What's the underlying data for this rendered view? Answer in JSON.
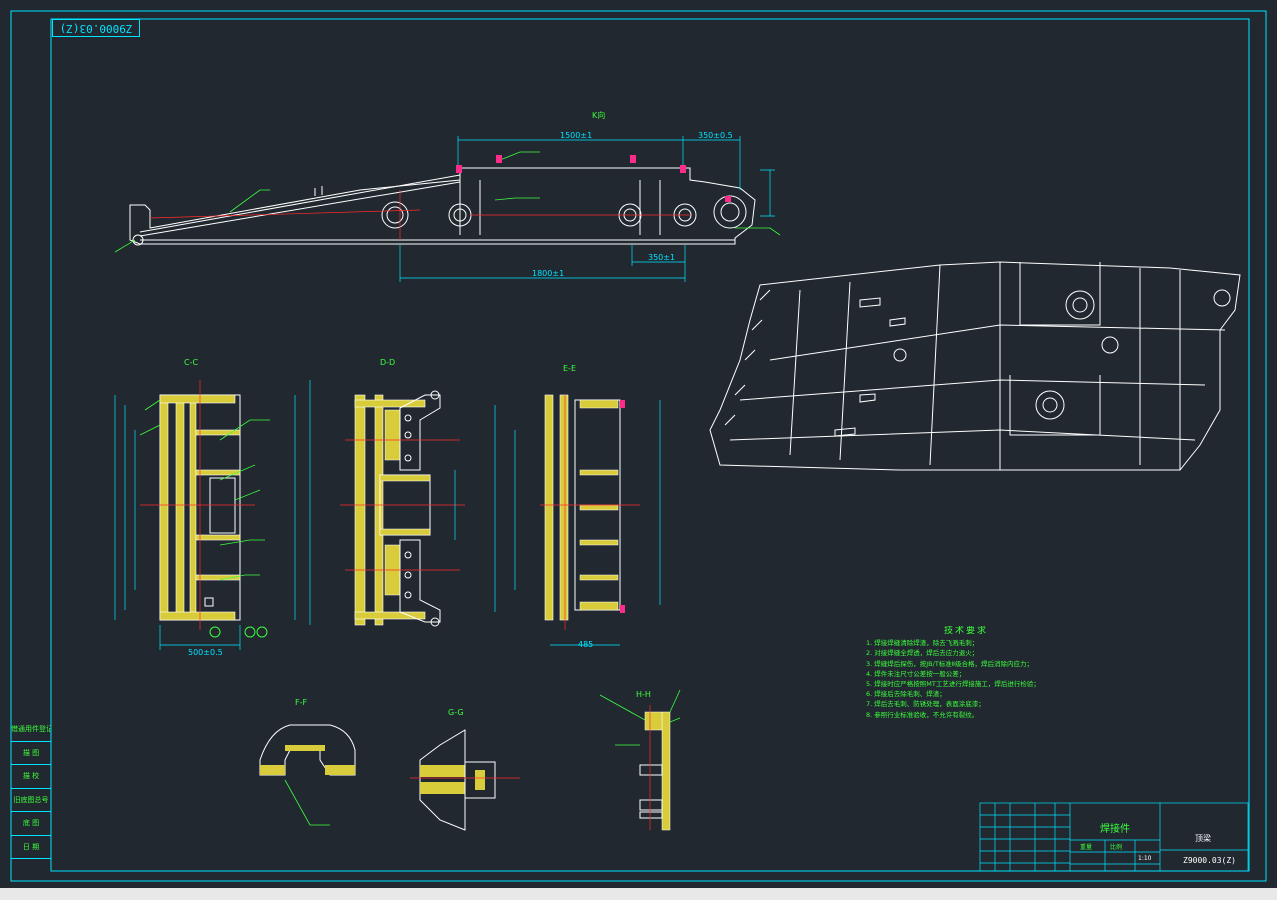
{
  "drawing": {
    "stamp_text": "Z9000.03(Z)",
    "view_labels": {
      "k_view": "K向",
      "c_section": "C-C",
      "d_section": "D-D",
      "e_section": "E-E",
      "f_section": "F-F",
      "g_section": "G-G",
      "h_section": "H-H"
    },
    "dimensions": {
      "top_span": "1500±1",
      "top_right": "350±0.5",
      "bottom_total": "1800±1",
      "bottom_partial": "350±1",
      "c_bottom": "500±0.5",
      "e_bottom": "485"
    },
    "technical_requirements": {
      "title": "技术要求",
      "items": [
        "1. 焊接焊缝清除焊渣，除去飞溅毛刺；",
        "2. 对接焊缝全焊透，焊后去应力退火；",
        "3. 焊缝焊后探伤，按JB/T标准Ⅱ级合格，焊后消除内应力；",
        "4. 焊件未注尺寸公差按一般公差；",
        "5. 焊接时应严格按照MT工艺进行焊接施工，焊后进行检验；",
        "6. 焊接后去除毛刺、焊渣；",
        "7. 焊后去毛刺、防锈处理，表面涂底漆；",
        "8. 参照行业标准验收，不允许有裂纹。"
      ]
    },
    "sidebar_labels": [
      "借通用件登记",
      "描 图",
      "描 校",
      "旧底图总号",
      "底 图",
      "日 期"
    ],
    "title_block": {
      "name": "焊接件",
      "part": "顶梁",
      "drawing_no": "Z9000.03(Z)",
      "scale_label": "比例",
      "scale": "1:10",
      "weight_label": "重量"
    }
  }
}
